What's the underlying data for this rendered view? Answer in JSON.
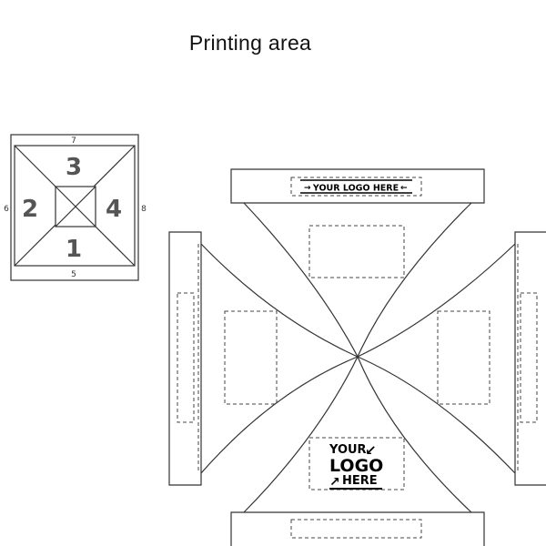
{
  "title": "Printing area",
  "mini_diagram": {
    "panels": [
      {
        "label": "3"
      },
      {
        "label": "2"
      },
      {
        "label": "4"
      },
      {
        "label": "1"
      }
    ],
    "dimensions": [
      {
        "label": "7"
      },
      {
        "label": "6"
      },
      {
        "label": "8"
      },
      {
        "label": "5"
      }
    ]
  },
  "logo_banner": {
    "text": "YOUR LOGO HERE",
    "left_arrow": "→",
    "right_arrow": "←"
  },
  "logo_block": {
    "line1": "YOUR",
    "line2": "LOGO",
    "line3": "HERE",
    "arrow_down": "↙",
    "arrow_up": "↗"
  }
}
